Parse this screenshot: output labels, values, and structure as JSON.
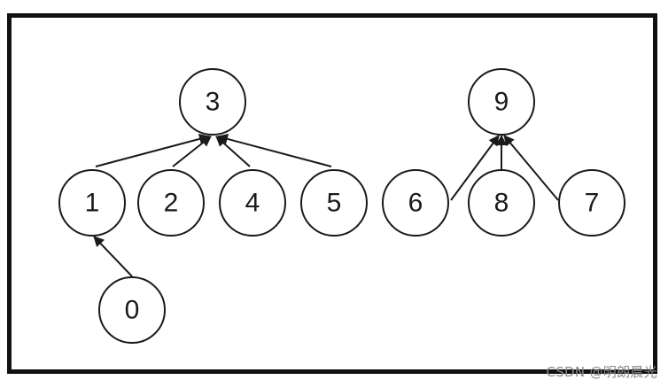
{
  "diagram": {
    "nodes": [
      {
        "id": "3",
        "label": "3"
      },
      {
        "id": "9",
        "label": "9"
      },
      {
        "id": "1",
        "label": "1"
      },
      {
        "id": "2",
        "label": "2"
      },
      {
        "id": "4",
        "label": "4"
      },
      {
        "id": "5",
        "label": "5"
      },
      {
        "id": "6",
        "label": "6"
      },
      {
        "id": "8",
        "label": "8"
      },
      {
        "id": "7",
        "label": "7"
      },
      {
        "id": "0",
        "label": "0"
      }
    ],
    "edges": [
      {
        "from": "1",
        "to": "3"
      },
      {
        "from": "2",
        "to": "3"
      },
      {
        "from": "4",
        "to": "3"
      },
      {
        "from": "5",
        "to": "3"
      },
      {
        "from": "6",
        "to": "9"
      },
      {
        "from": "8",
        "to": "9"
      },
      {
        "from": "7",
        "to": "9"
      },
      {
        "from": "0",
        "to": "1"
      }
    ]
  },
  "watermark": "CSDN @明朗晨光"
}
